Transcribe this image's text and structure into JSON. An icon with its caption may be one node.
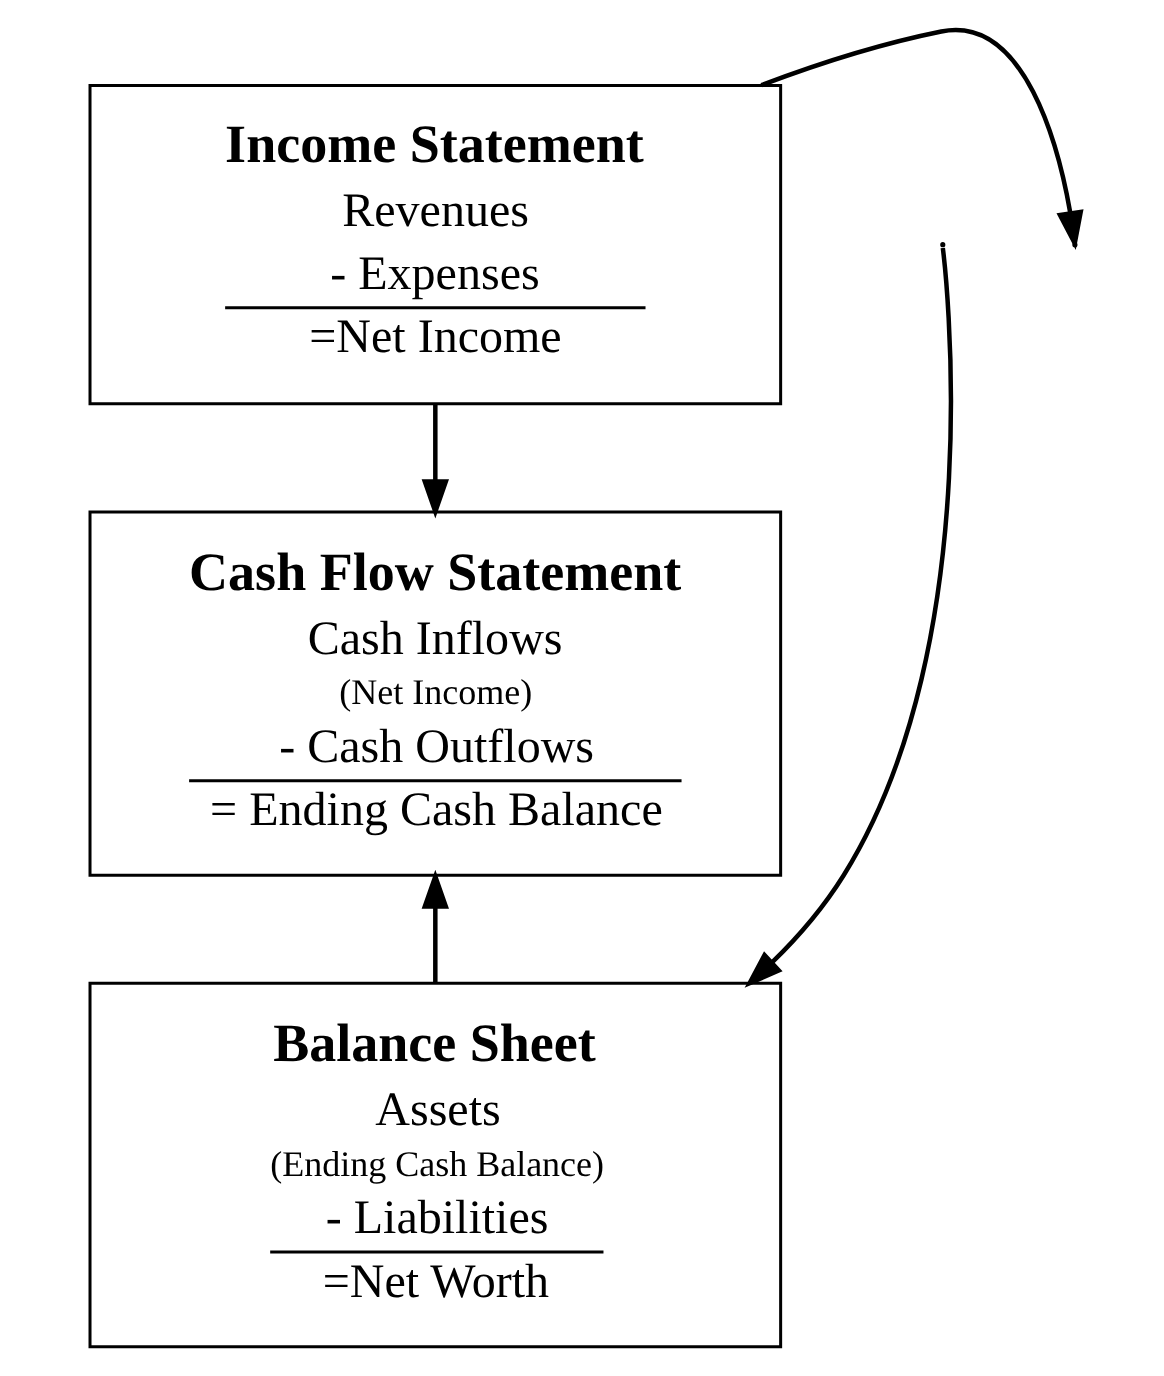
{
  "diagram": {
    "nodes": [
      {
        "text": [
          "Income Statement",
          "Revenues",
          "- Expenses",
          "=Net Income"
        ]
      },
      {
        "text": [
          "Cash Flow Statement",
          "Cash Inflows",
          "(Net Income)",
          "- Cash Outflows",
          "= Ending Cash Balance"
        ]
      },
      {
        "text": [
          "Balance Sheet",
          "Assets",
          "(Ending Cash Balance)",
          "- Liabilities",
          "=Net Worth"
        ]
      }
    ],
    "edges": [
      {
        "from": 0,
        "to": 1,
        "arrow": "to"
      },
      {
        "from": 0,
        "to": null,
        "arrow": "to"
      },
      {
        "from": 2,
        "to": 1,
        "arrow": "to"
      },
      {
        "from": null,
        "to": 2,
        "arrow": "to"
      }
    ]
  }
}
